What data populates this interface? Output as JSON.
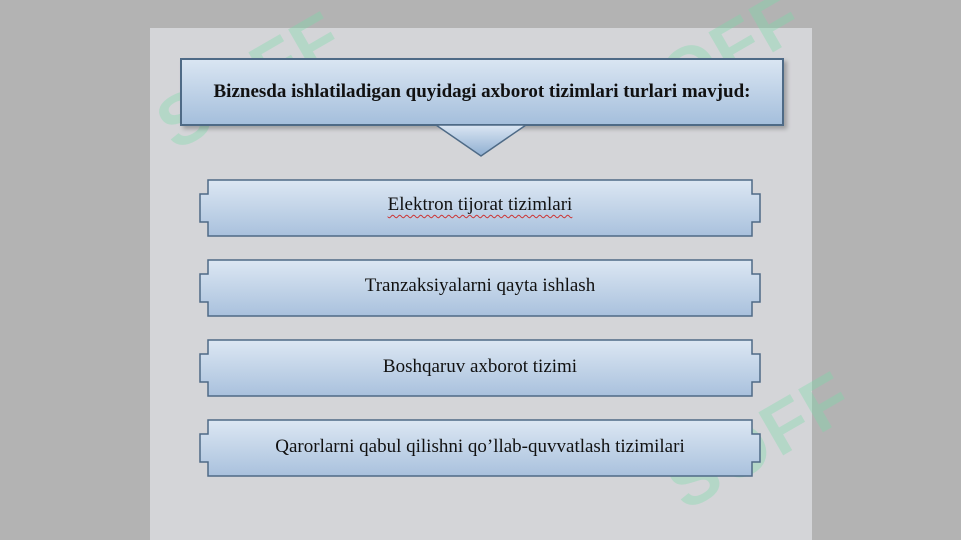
{
  "header": {
    "title": "Biznesda ishlatiladigan quyidagi axborot tizimlari turlari mavjud:"
  },
  "items": [
    {
      "label": "Elektron tijorat tizimlari"
    },
    {
      "label": "Tranzaksiyalarni qayta ishlash"
    },
    {
      "label": "Boshqaruv axborot tizimi"
    },
    {
      "label": "Qarorlarni qabul qilishni qo’llab-quvvatlash tizimilari"
    }
  ],
  "watermark": {
    "text": "SOFF"
  },
  "colors": {
    "box_top": "#d9e5f2",
    "box_bottom": "#a5bfdc",
    "border": "#4e6a86",
    "background": "#d4d5d8"
  }
}
